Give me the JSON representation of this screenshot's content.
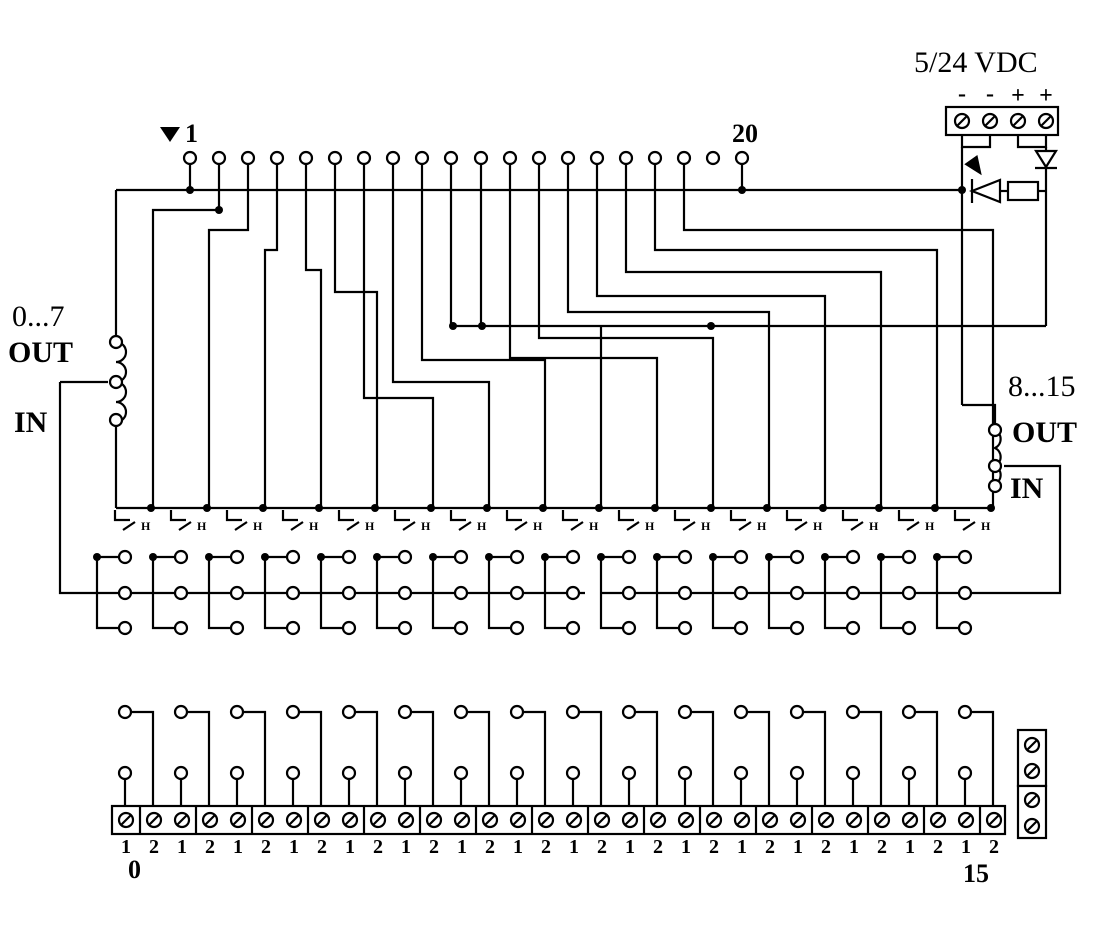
{
  "supply_label": "5/24 VDC",
  "supply_signs": [
    "-",
    "-",
    "+",
    "+"
  ],
  "connector_first_pin": "1",
  "connector_last_pin": "20",
  "group_a": {
    "range": "0...7",
    "out": "OUT",
    "in": "IN"
  },
  "group_b": {
    "range": "8...15",
    "out": "OUT",
    "in": "IN"
  },
  "terminal_pin_labels": [
    "1",
    "2"
  ],
  "channel_first": "0",
  "channel_last": "15"
}
